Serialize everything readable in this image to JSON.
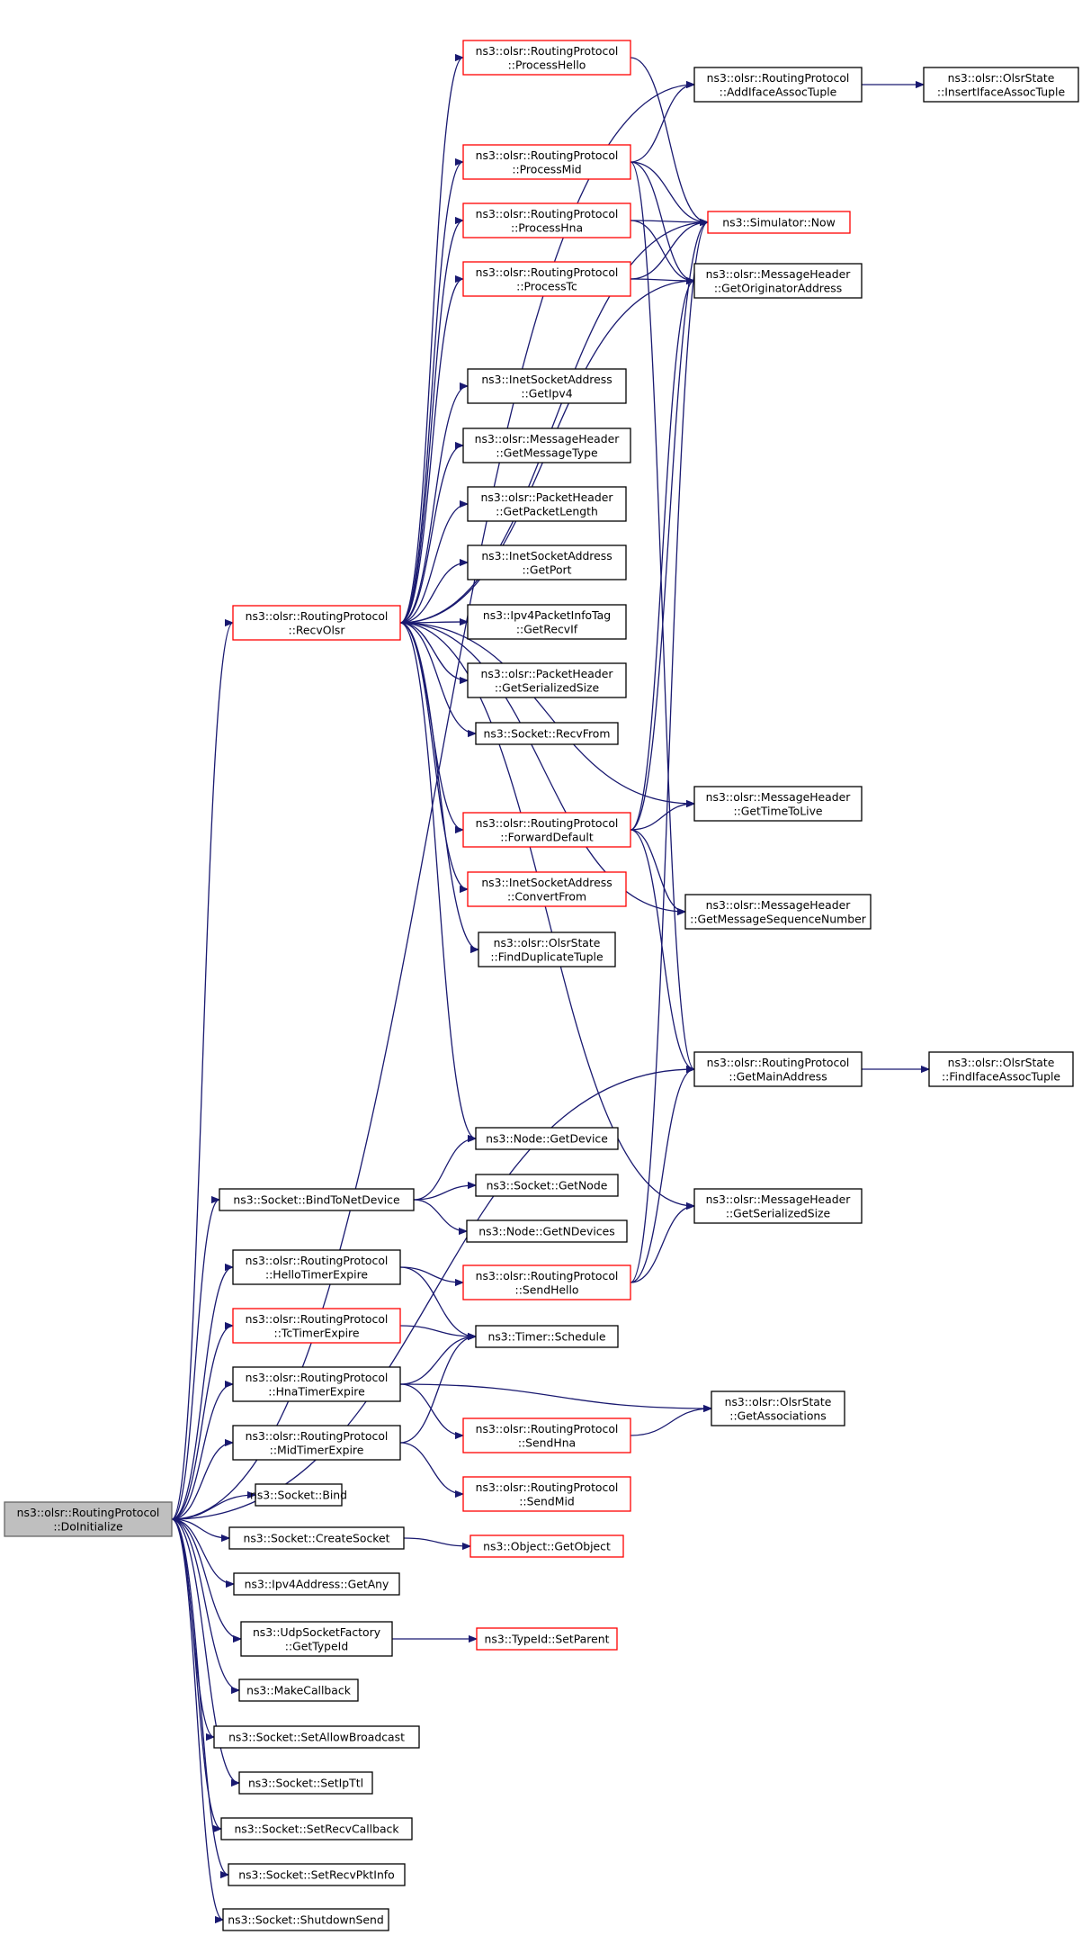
{
  "nodes": [
    {
      "id": "root",
      "lines": [
        "ns3::olsr::RoutingProtocol",
        "::DoInitialize"
      ],
      "style": "root"
    },
    {
      "id": "recvolsr",
      "lines": [
        "ns3::olsr::RoutingProtocol",
        "::RecvOlsr"
      ],
      "style": "red"
    },
    {
      "id": "processhello",
      "lines": [
        "ns3::olsr::RoutingProtocol",
        "::ProcessHello"
      ],
      "style": "red"
    },
    {
      "id": "processmid",
      "lines": [
        "ns3::olsr::RoutingProtocol",
        "::ProcessMid"
      ],
      "style": "red"
    },
    {
      "id": "processhna",
      "lines": [
        "ns3::olsr::RoutingProtocol",
        "::ProcessHna"
      ],
      "style": "red"
    },
    {
      "id": "processtc",
      "lines": [
        "ns3::olsr::RoutingProtocol",
        "::ProcessTc"
      ],
      "style": "red"
    },
    {
      "id": "addifaceassoc",
      "lines": [
        "ns3::olsr::RoutingProtocol",
        "::AddIfaceAssocTuple"
      ],
      "style": "black"
    },
    {
      "id": "insertifaceassoc",
      "lines": [
        "ns3::olsr::OlsrState",
        "::InsertIfaceAssocTuple"
      ],
      "style": "black"
    },
    {
      "id": "simnow",
      "lines": [
        "ns3::Simulator::Now"
      ],
      "style": "red"
    },
    {
      "id": "getoriginator",
      "lines": [
        "ns3::olsr::MessageHeader",
        "::GetOriginatorAddress"
      ],
      "style": "black"
    },
    {
      "id": "getipv4",
      "lines": [
        "ns3::InetSocketAddress",
        "::GetIpv4"
      ],
      "style": "black"
    },
    {
      "id": "getmsgtype",
      "lines": [
        "ns3::olsr::MessageHeader",
        "::GetMessageType"
      ],
      "style": "black"
    },
    {
      "id": "getpktlen",
      "lines": [
        "ns3::olsr::PacketHeader",
        "::GetPacketLength"
      ],
      "style": "black"
    },
    {
      "id": "getport",
      "lines": [
        "ns3::InetSocketAddress",
        "::GetPort"
      ],
      "style": "black"
    },
    {
      "id": "getrecvif",
      "lines": [
        "ns3::Ipv4PacketInfoTag",
        "::GetRecvIf"
      ],
      "style": "black"
    },
    {
      "id": "getserpkt",
      "lines": [
        "ns3::olsr::PacketHeader",
        "::GetSerializedSize"
      ],
      "style": "black"
    },
    {
      "id": "recvfrom",
      "lines": [
        "ns3::Socket::RecvFrom"
      ],
      "style": "black"
    },
    {
      "id": "forwarddefault",
      "lines": [
        "ns3::olsr::RoutingProtocol",
        "::ForwardDefault"
      ],
      "style": "red"
    },
    {
      "id": "convertfrom",
      "lines": [
        "ns3::InetSocketAddress",
        "::ConvertFrom"
      ],
      "style": "red"
    },
    {
      "id": "findduplicate",
      "lines": [
        "ns3::olsr::OlsrState",
        "::FindDuplicateTuple"
      ],
      "style": "black"
    },
    {
      "id": "getttl",
      "lines": [
        "ns3::olsr::MessageHeader",
        "::GetTimeToLive"
      ],
      "style": "black"
    },
    {
      "id": "getmsgseq",
      "lines": [
        "ns3::olsr::MessageHeader",
        "::GetMessageSequenceNumber"
      ],
      "style": "black"
    },
    {
      "id": "getmainaddr",
      "lines": [
        "ns3::olsr::RoutingProtocol",
        "::GetMainAddress"
      ],
      "style": "black"
    },
    {
      "id": "findifaceassoc",
      "lines": [
        "ns3::olsr::OlsrState",
        "::FindIfaceAssocTuple"
      ],
      "style": "black"
    },
    {
      "id": "getdevice",
      "lines": [
        "ns3::Node::GetDevice"
      ],
      "style": "black"
    },
    {
      "id": "bindtonetdevice",
      "lines": [
        "ns3::Socket::BindToNetDevice"
      ],
      "style": "black"
    },
    {
      "id": "getnode",
      "lines": [
        "ns3::Socket::GetNode"
      ],
      "style": "black"
    },
    {
      "id": "getndevices",
      "lines": [
        "ns3::Node::GetNDevices"
      ],
      "style": "black"
    },
    {
      "id": "getsermsg",
      "lines": [
        "ns3::olsr::MessageHeader",
        "::GetSerializedSize"
      ],
      "style": "black"
    },
    {
      "id": "hellotimer",
      "lines": [
        "ns3::olsr::RoutingProtocol",
        "::HelloTimerExpire"
      ],
      "style": "black"
    },
    {
      "id": "sendhello",
      "lines": [
        "ns3::olsr::RoutingProtocol",
        "::SendHello"
      ],
      "style": "red"
    },
    {
      "id": "tctimer",
      "lines": [
        "ns3::olsr::RoutingProtocol",
        "::TcTimerExpire"
      ],
      "style": "red"
    },
    {
      "id": "timerschedule",
      "lines": [
        "ns3::Timer::Schedule"
      ],
      "style": "black"
    },
    {
      "id": "hnatimer",
      "lines": [
        "ns3::olsr::RoutingProtocol",
        "::HnaTimerExpire"
      ],
      "style": "black"
    },
    {
      "id": "getassociations",
      "lines": [
        "ns3::olsr::OlsrState",
        "::GetAssociations"
      ],
      "style": "black"
    },
    {
      "id": "midtimer",
      "lines": [
        "ns3::olsr::RoutingProtocol",
        "::MidTimerExpire"
      ],
      "style": "black"
    },
    {
      "id": "sendhna",
      "lines": [
        "ns3::olsr::RoutingProtocol",
        "::SendHna"
      ],
      "style": "red"
    },
    {
      "id": "sendmid",
      "lines": [
        "ns3::olsr::RoutingProtocol",
        "::SendMid"
      ],
      "style": "red"
    },
    {
      "id": "socketbind",
      "lines": [
        "ns3::Socket::Bind"
      ],
      "style": "black"
    },
    {
      "id": "createsocket",
      "lines": [
        "ns3::Socket::CreateSocket"
      ],
      "style": "black"
    },
    {
      "id": "getobject",
      "lines": [
        "ns3::Object::GetObject"
      ],
      "style": "red"
    },
    {
      "id": "getany",
      "lines": [
        "ns3::Ipv4Address::GetAny"
      ],
      "style": "black"
    },
    {
      "id": "udpgettypeid",
      "lines": [
        "ns3::UdpSocketFactory",
        "::GetTypeId"
      ],
      "style": "black"
    },
    {
      "id": "setparent",
      "lines": [
        "ns3::TypeId::SetParent"
      ],
      "style": "red"
    },
    {
      "id": "makecallback",
      "lines": [
        "ns3::MakeCallback"
      ],
      "style": "black"
    },
    {
      "id": "setallowbroadcast",
      "lines": [
        "ns3::Socket::SetAllowBroadcast"
      ],
      "style": "black"
    },
    {
      "id": "setipttl",
      "lines": [
        "ns3::Socket::SetIpTtl"
      ],
      "style": "black"
    },
    {
      "id": "setrecvcallback",
      "lines": [
        "ns3::Socket::SetRecvCallback"
      ],
      "style": "black"
    },
    {
      "id": "setrecvpktinfo",
      "lines": [
        "ns3::Socket::SetRecvPktInfo"
      ],
      "style": "black"
    },
    {
      "id": "shutdownsend",
      "lines": [
        "ns3::Socket::ShutdownSend"
      ],
      "style": "black"
    }
  ],
  "edges": [
    [
      "root",
      "recvolsr"
    ],
    [
      "root",
      "addifaceassoc"
    ],
    [
      "root",
      "getmainaddr"
    ],
    [
      "root",
      "bindtonetdevice"
    ],
    [
      "root",
      "hellotimer"
    ],
    [
      "root",
      "tctimer"
    ],
    [
      "root",
      "hnatimer"
    ],
    [
      "root",
      "midtimer"
    ],
    [
      "root",
      "socketbind"
    ],
    [
      "root",
      "createsocket"
    ],
    [
      "root",
      "getany"
    ],
    [
      "root",
      "udpgettypeid"
    ],
    [
      "root",
      "makecallback"
    ],
    [
      "root",
      "setallowbroadcast"
    ],
    [
      "root",
      "setipttl"
    ],
    [
      "root",
      "setrecvcallback"
    ],
    [
      "root",
      "setrecvpktinfo"
    ],
    [
      "root",
      "shutdownsend"
    ],
    [
      "recvolsr",
      "processhello"
    ],
    [
      "recvolsr",
      "processmid"
    ],
    [
      "recvolsr",
      "processhna"
    ],
    [
      "recvolsr",
      "processtc"
    ],
    [
      "recvolsr",
      "simnow"
    ],
    [
      "recvolsr",
      "getoriginator"
    ],
    [
      "recvolsr",
      "getipv4"
    ],
    [
      "recvolsr",
      "getmsgtype"
    ],
    [
      "recvolsr",
      "getpktlen"
    ],
    [
      "recvolsr",
      "getport"
    ],
    [
      "recvolsr",
      "getrecvif"
    ],
    [
      "recvolsr",
      "getserpkt"
    ],
    [
      "recvolsr",
      "recvfrom"
    ],
    [
      "recvolsr",
      "forwarddefault"
    ],
    [
      "recvolsr",
      "convertfrom"
    ],
    [
      "recvolsr",
      "findduplicate"
    ],
    [
      "recvolsr",
      "getttl"
    ],
    [
      "recvolsr",
      "getmsgseq"
    ],
    [
      "recvolsr",
      "getdevice"
    ],
    [
      "recvolsr",
      "getsermsg"
    ],
    [
      "processhello",
      "simnow"
    ],
    [
      "processmid",
      "addifaceassoc"
    ],
    [
      "processmid",
      "simnow"
    ],
    [
      "processmid",
      "getoriginator"
    ],
    [
      "processmid",
      "getmainaddr"
    ],
    [
      "processhna",
      "simnow"
    ],
    [
      "processhna",
      "getoriginator"
    ],
    [
      "processtc",
      "simnow"
    ],
    [
      "processtc",
      "getoriginator"
    ],
    [
      "addifaceassoc",
      "insertifaceassoc"
    ],
    [
      "forwarddefault",
      "simnow"
    ],
    [
      "forwarddefault",
      "getoriginator"
    ],
    [
      "forwarddefault",
      "getttl"
    ],
    [
      "forwarddefault",
      "getmsgseq"
    ],
    [
      "forwarddefault",
      "getmainaddr"
    ],
    [
      "getmainaddr",
      "findifaceassoc"
    ],
    [
      "bindtonetdevice",
      "getdevice"
    ],
    [
      "bindtonetdevice",
      "getnode"
    ],
    [
      "bindtonetdevice",
      "getndevices"
    ],
    [
      "hellotimer",
      "sendhello"
    ],
    [
      "hellotimer",
      "timerschedule"
    ],
    [
      "sendhello",
      "simnow"
    ],
    [
      "sendhello",
      "getmainaddr"
    ],
    [
      "sendhello",
      "getsermsg"
    ],
    [
      "tctimer",
      "timerschedule"
    ],
    [
      "hnatimer",
      "timerschedule"
    ],
    [
      "hnatimer",
      "getassociations"
    ],
    [
      "hnatimer",
      "sendhna"
    ],
    [
      "sendhna",
      "getassociations"
    ],
    [
      "midtimer",
      "timerschedule"
    ],
    [
      "midtimer",
      "sendmid"
    ],
    [
      "createsocket",
      "getobject"
    ],
    [
      "udpgettypeid",
      "setparent"
    ]
  ]
}
